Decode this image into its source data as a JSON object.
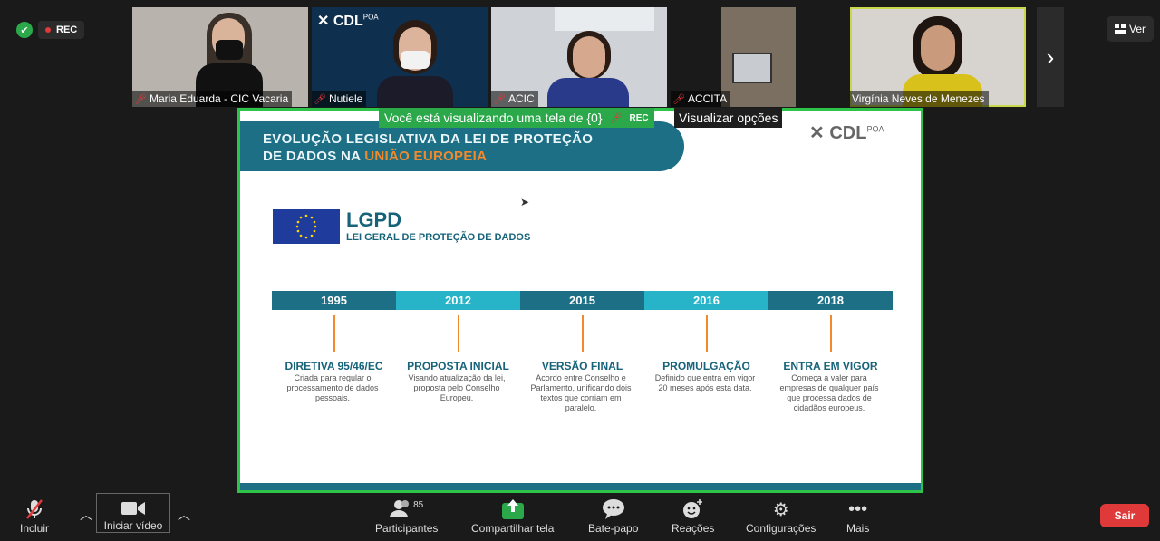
{
  "top": {
    "recording_label": "REC",
    "view_button": "Ver",
    "participants": [
      {
        "name": "Maria Eduarda - CIC Vacaria",
        "bg": "#b8b4ad",
        "muted": true
      },
      {
        "name": "Nutiele",
        "bg": "#0e2f4d",
        "muted": true,
        "logo": "CDL",
        "logo_sup": "POA"
      },
      {
        "name": "ACIC",
        "bg": "#cfd3d8",
        "muted": true
      },
      {
        "name": "ACCITA",
        "bg": "#7b6f61",
        "muted": true
      },
      {
        "name": "Virgínia Neves de Menezes",
        "bg": "#d7d4cf",
        "muted": false
      }
    ]
  },
  "share": {
    "banner_text": "Você está visualizando uma tela de {0}",
    "banner_rec": "REC",
    "view_options": "Visualizar opções"
  },
  "slide": {
    "title_line1": "EVOLUÇÃO LEGISLATIVA DA LEI DE PROTEÇÃO",
    "title_line2_a": "DE DADOS NA ",
    "title_line2_b": "UNIÃO EUROPEIA",
    "logo": "CDL",
    "logo_sup": "POA",
    "lgpd": "LGPD",
    "lgpd_sub": "LEI GERAL DE PROTEÇÃO DE DADOS",
    "timeline": [
      {
        "year": "1995",
        "color": "#1d6f86",
        "head": "DIRETIVA 95/46/EC",
        "desc": "Criada para regular o processamento de dados pessoais."
      },
      {
        "year": "2012",
        "color": "#27b4c8",
        "head": "PROPOSTA INICIAL",
        "desc": "Visando atualização da lei, proposta pelo Conselho Europeu."
      },
      {
        "year": "2015",
        "color": "#1d6f86",
        "head": "VERSÃO FINAL",
        "desc": "Acordo entre Conselho e Parlamento, unificando dois textos que corriam em paralelo."
      },
      {
        "year": "2016",
        "color": "#27b4c8",
        "head": "PROMULGAÇÃO",
        "desc": "Definido que entra em vigor 20 meses após esta data."
      },
      {
        "year": "2018",
        "color": "#1d6f86",
        "head": "ENTRA EM VIGOR",
        "desc": "Começa a valer para empresas de qualquer país que processa dados de cidadãos europeus."
      }
    ]
  },
  "toolbar": {
    "mute": "Incluir",
    "video": "Iniciar vídeo",
    "participants": "Participantes",
    "participants_count": "85",
    "share": "Compartilhar tela",
    "chat": "Bate-papo",
    "reactions": "Reações",
    "settings": "Configurações",
    "more": "Mais",
    "leave": "Sair"
  }
}
